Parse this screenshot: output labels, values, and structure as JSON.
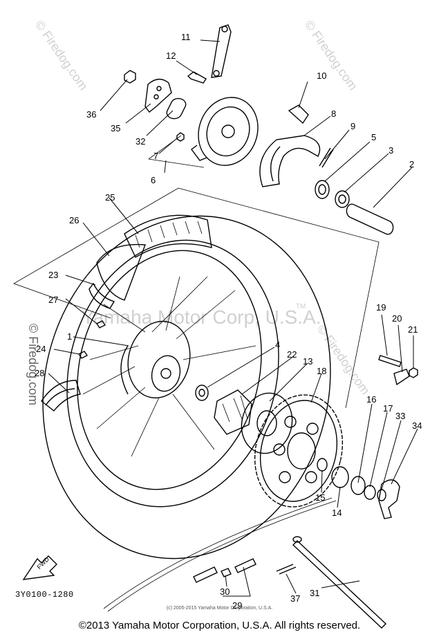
{
  "diagram_code": "3Y0100-1280",
  "footer_copyright": "©2013 Yamaha Motor Corporation, U.S.A. All rights reserved.",
  "small_copyright": "(c) 2005-2015 Yamaha Motor Corporation, U.S.A.",
  "watermark_center": "Yamaha Motor Corp, U.S.A.",
  "watermark_tm": "TM",
  "watermark_firedog": "© Firedog.com",
  "fwd_label": "FWD",
  "callouts": [
    "1",
    "2",
    "3",
    "4",
    "5",
    "6",
    "7",
    "8",
    "9",
    "10",
    "11",
    "12",
    "13",
    "14",
    "15",
    "16",
    "17",
    "18",
    "19",
    "20",
    "21",
    "22",
    "23",
    "24",
    "25",
    "26",
    "27",
    "28",
    "29",
    "30",
    "31",
    "32",
    "33",
    "34",
    "35",
    "36",
    "37"
  ]
}
